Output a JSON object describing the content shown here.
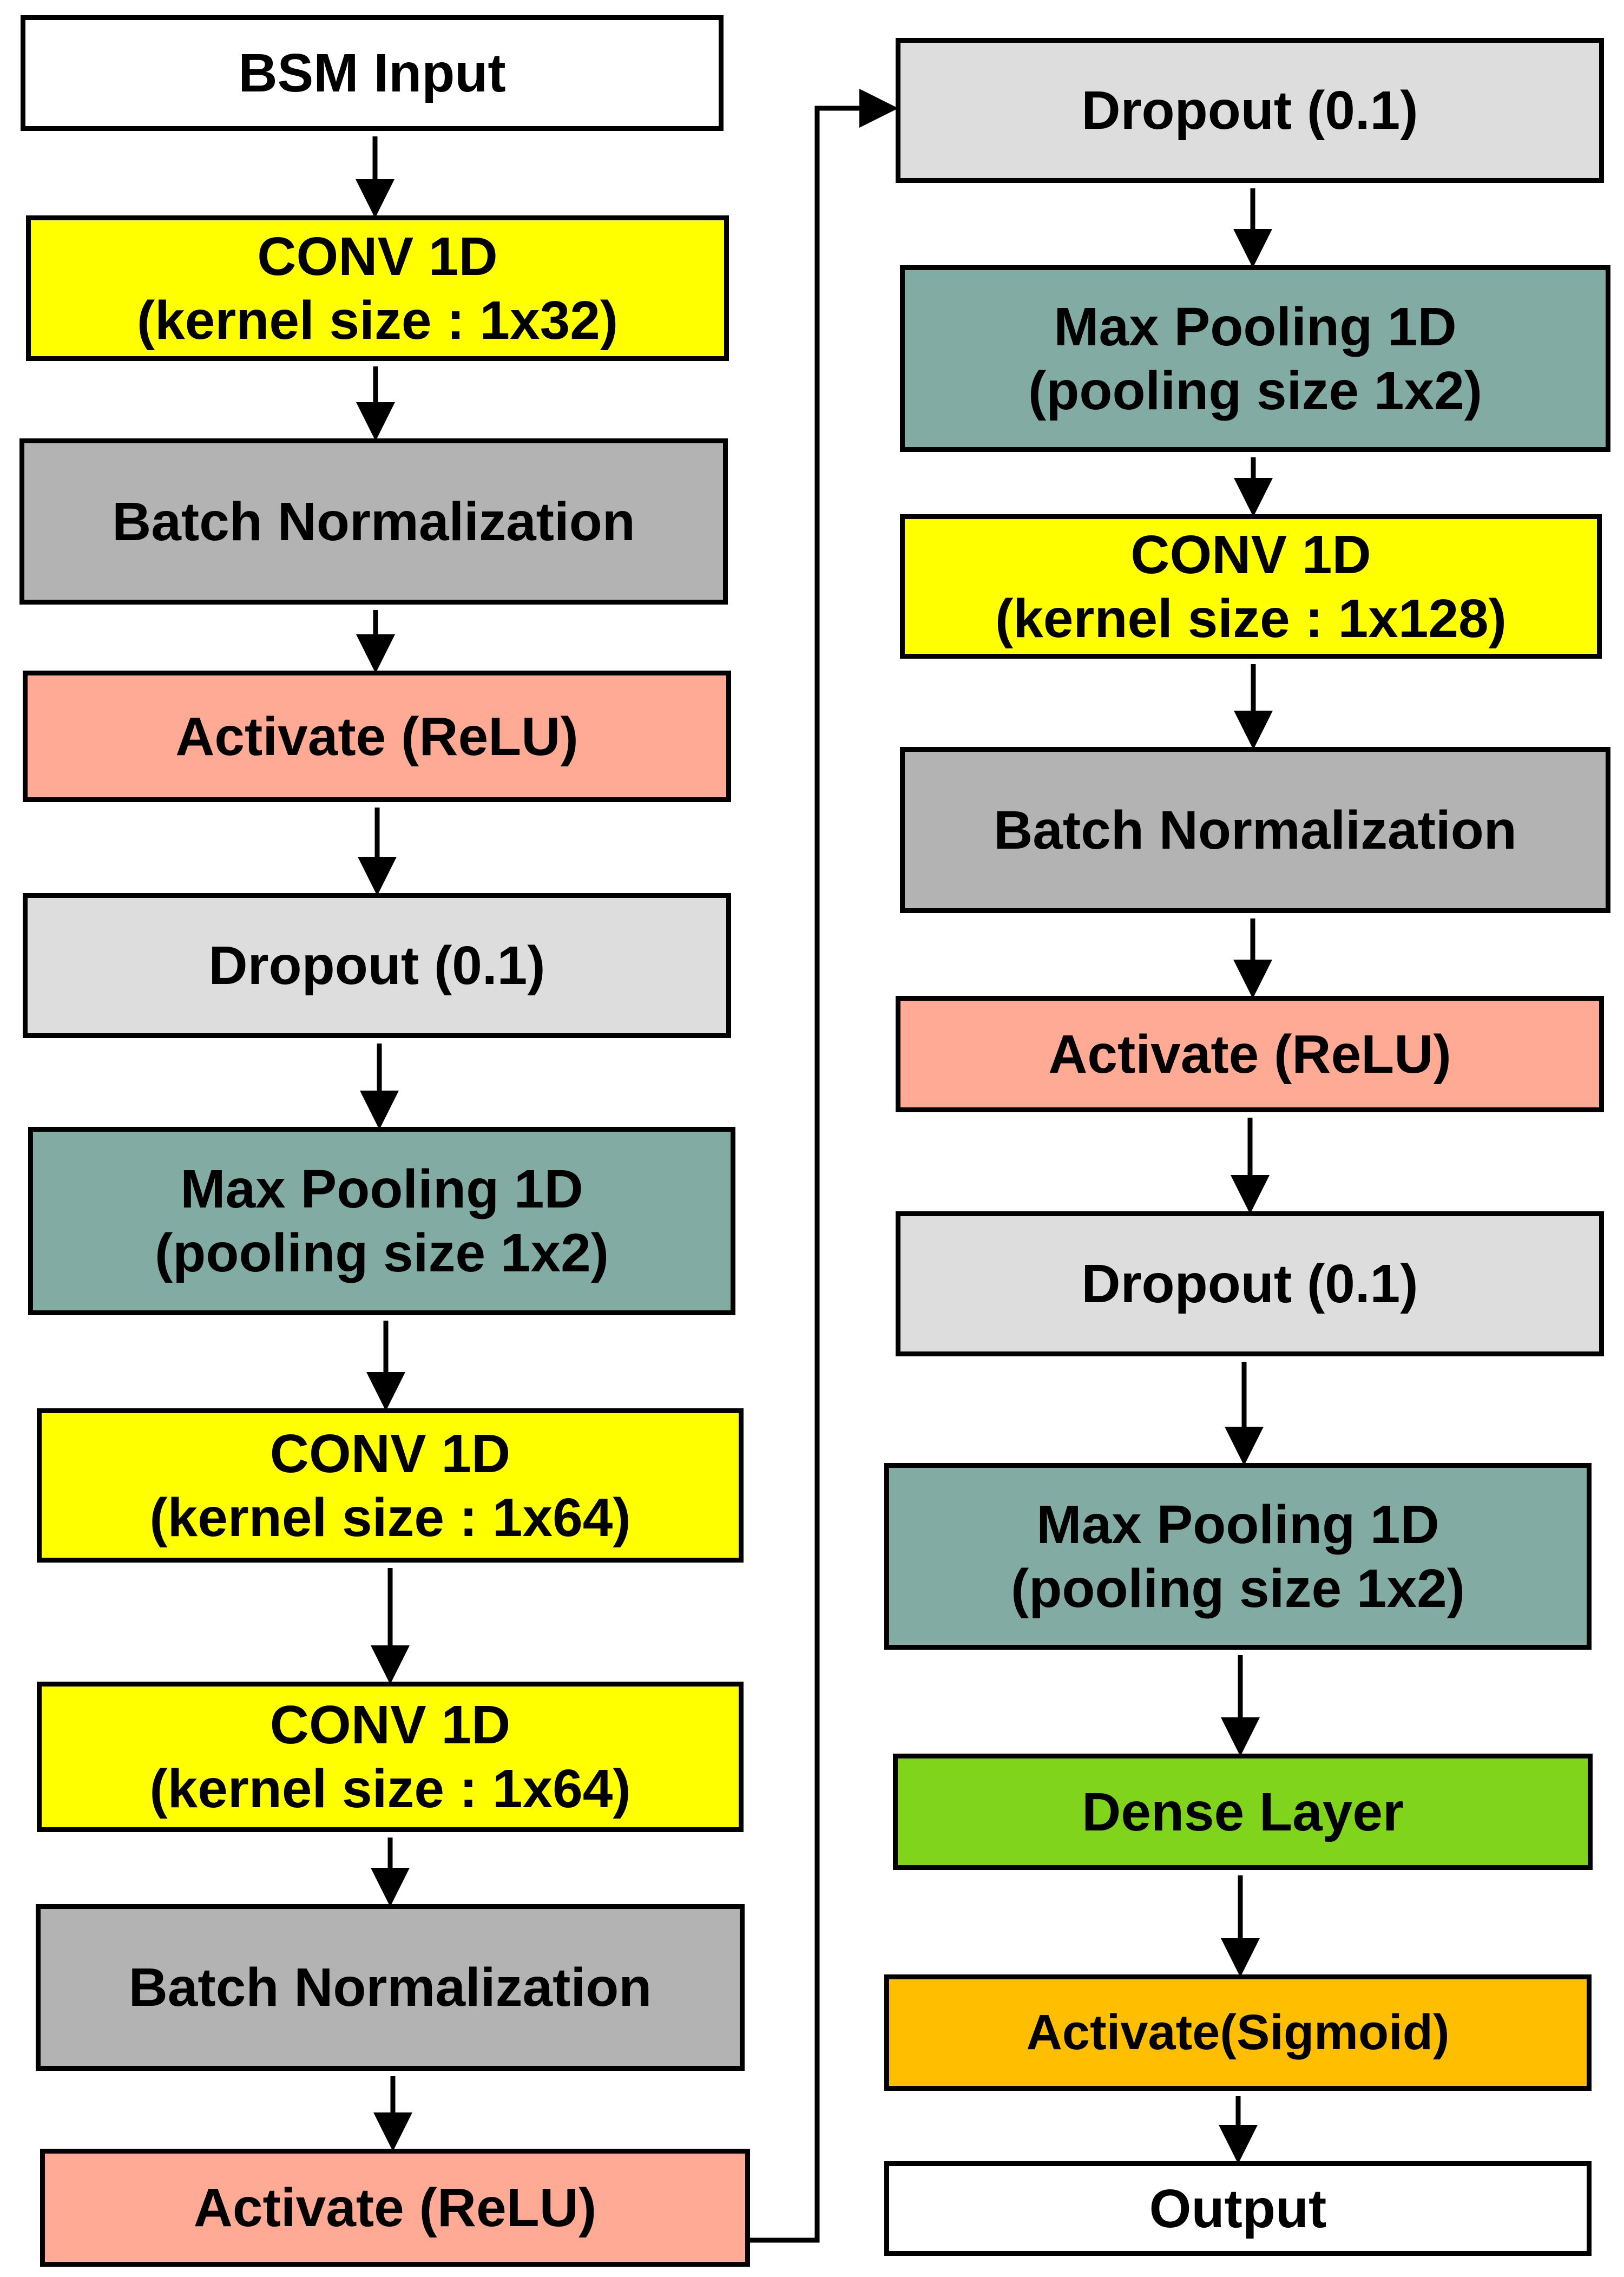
{
  "palette": {
    "input_output": "#ffffff",
    "conv": "#ffff00",
    "batch_norm": "#b3b3b3",
    "activate_relu": "#ffaa95",
    "dropout": "#dddddd",
    "max_pooling": "#82aba3",
    "dense": "#80d41c",
    "activate_sigmoid": "#ffbf00",
    "border": "#000000"
  },
  "left_column": [
    {
      "lines": [
        "BSM Input"
      ],
      "kind": "input_output"
    },
    {
      "lines": [
        "CONV 1D",
        "(kernel size : 1x32)"
      ],
      "kind": "conv"
    },
    {
      "lines": [
        "Batch Normalization"
      ],
      "kind": "batch_norm"
    },
    {
      "lines": [
        "Activate (ReLU)"
      ],
      "kind": "activate_relu"
    },
    {
      "lines": [
        "Dropout (0.1)"
      ],
      "kind": "dropout"
    },
    {
      "lines": [
        "Max Pooling 1D",
        "(pooling size 1x2)"
      ],
      "kind": "max_pooling"
    },
    {
      "lines": [
        "CONV 1D",
        "(kernel size : 1x64)"
      ],
      "kind": "conv"
    },
    {
      "lines": [
        "CONV 1D",
        "(kernel size : 1x64)"
      ],
      "kind": "conv"
    },
    {
      "lines": [
        "Batch Normalization"
      ],
      "kind": "batch_norm"
    },
    {
      "lines": [
        "Activate (ReLU)"
      ],
      "kind": "activate_relu"
    }
  ],
  "right_column": [
    {
      "lines": [
        "Dropout (0.1)"
      ],
      "kind": "dropout"
    },
    {
      "lines": [
        "Max Pooling 1D",
        "(pooling size 1x2)"
      ],
      "kind": "max_pooling"
    },
    {
      "lines": [
        "CONV 1D",
        "(kernel size : 1x128)"
      ],
      "kind": "conv"
    },
    {
      "lines": [
        "Batch Normalization"
      ],
      "kind": "batch_norm"
    },
    {
      "lines": [
        "Activate (ReLU)"
      ],
      "kind": "activate_relu"
    },
    {
      "lines": [
        "Dropout (0.1)"
      ],
      "kind": "dropout"
    },
    {
      "lines": [
        "Max Pooling 1D",
        "(pooling size 1x2)"
      ],
      "kind": "max_pooling"
    },
    {
      "lines": [
        "Dense Layer"
      ],
      "kind": "dense"
    },
    {
      "lines": [
        "Activate(Sigmoid)"
      ],
      "kind": "activate_sigmoid"
    },
    {
      "lines": [
        "Output"
      ],
      "kind": "input_output"
    }
  ]
}
